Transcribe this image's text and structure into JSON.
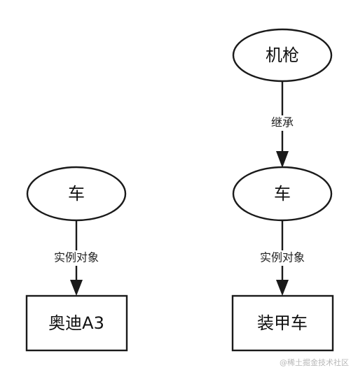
{
  "diagram": {
    "nodes": {
      "machine_gun": {
        "label": "机枪",
        "shape": "ellipse"
      },
      "car_left": {
        "label": "车",
        "shape": "ellipse"
      },
      "car_right": {
        "label": "车",
        "shape": "ellipse"
      },
      "audi": {
        "label": "奥迪A3",
        "shape": "rectangle"
      },
      "armored": {
        "label": "装甲车",
        "shape": "rectangle"
      }
    },
    "edges": {
      "inherit": {
        "label": "继承",
        "from": "machine_gun",
        "to": "car_right"
      },
      "instance_left": {
        "label": "实例对象",
        "from": "car_left",
        "to": "audi"
      },
      "instance_right": {
        "label": "实例对象",
        "from": "car_right",
        "to": "armored"
      }
    }
  },
  "watermark": {
    "text": "@稀土掘金技术社区"
  },
  "colors": {
    "stroke": "#1a1a1a",
    "background": "#ffffff",
    "watermark": "#b8b8b8"
  }
}
